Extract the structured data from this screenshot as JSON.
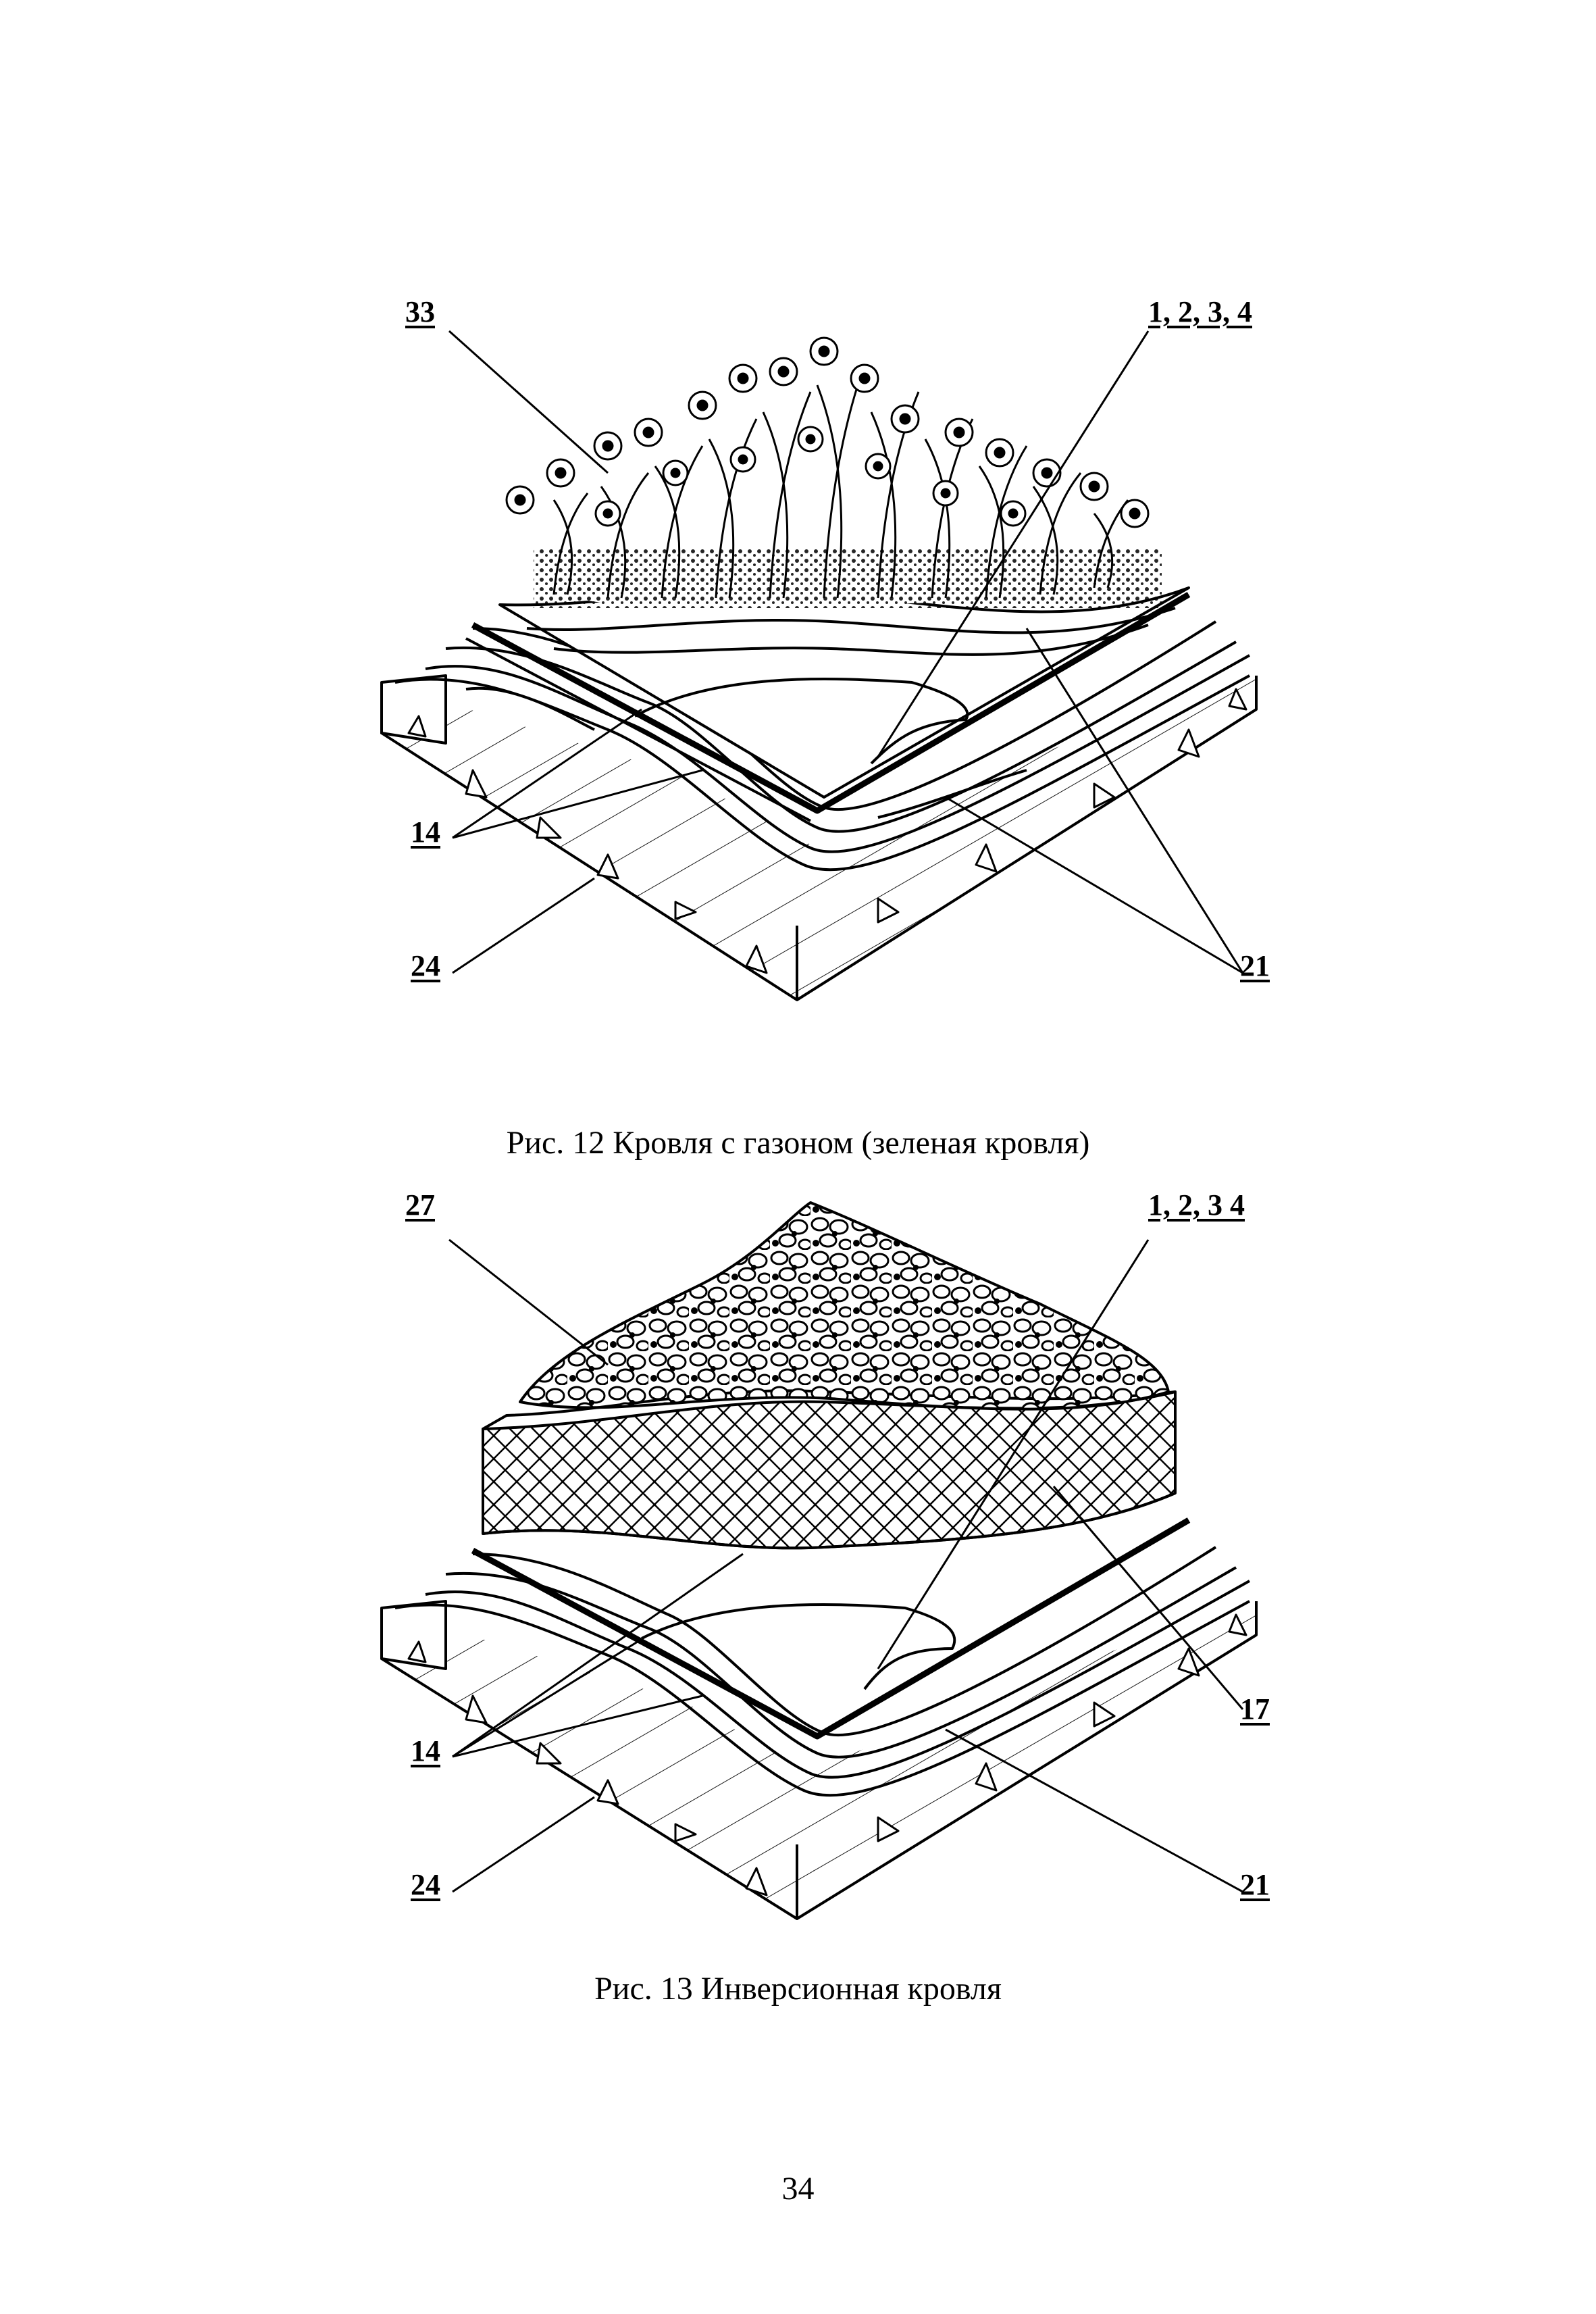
{
  "figure12": {
    "caption": "Рис. 12 Кровля с газоном (зеленая кровля)",
    "callouts": {
      "c33": "33",
      "c1234": "1, 2, 3, 4",
      "c14": "14",
      "c24": "24",
      "c21": "21"
    }
  },
  "figure13": {
    "caption": "Рис. 13  Инверсионная кровля",
    "callouts": {
      "c27": "27",
      "c1234": "1, 2, 3 4",
      "c14": "14",
      "c17": "17",
      "c24": "24",
      "c21": "21"
    }
  },
  "page": {
    "number": "34"
  }
}
